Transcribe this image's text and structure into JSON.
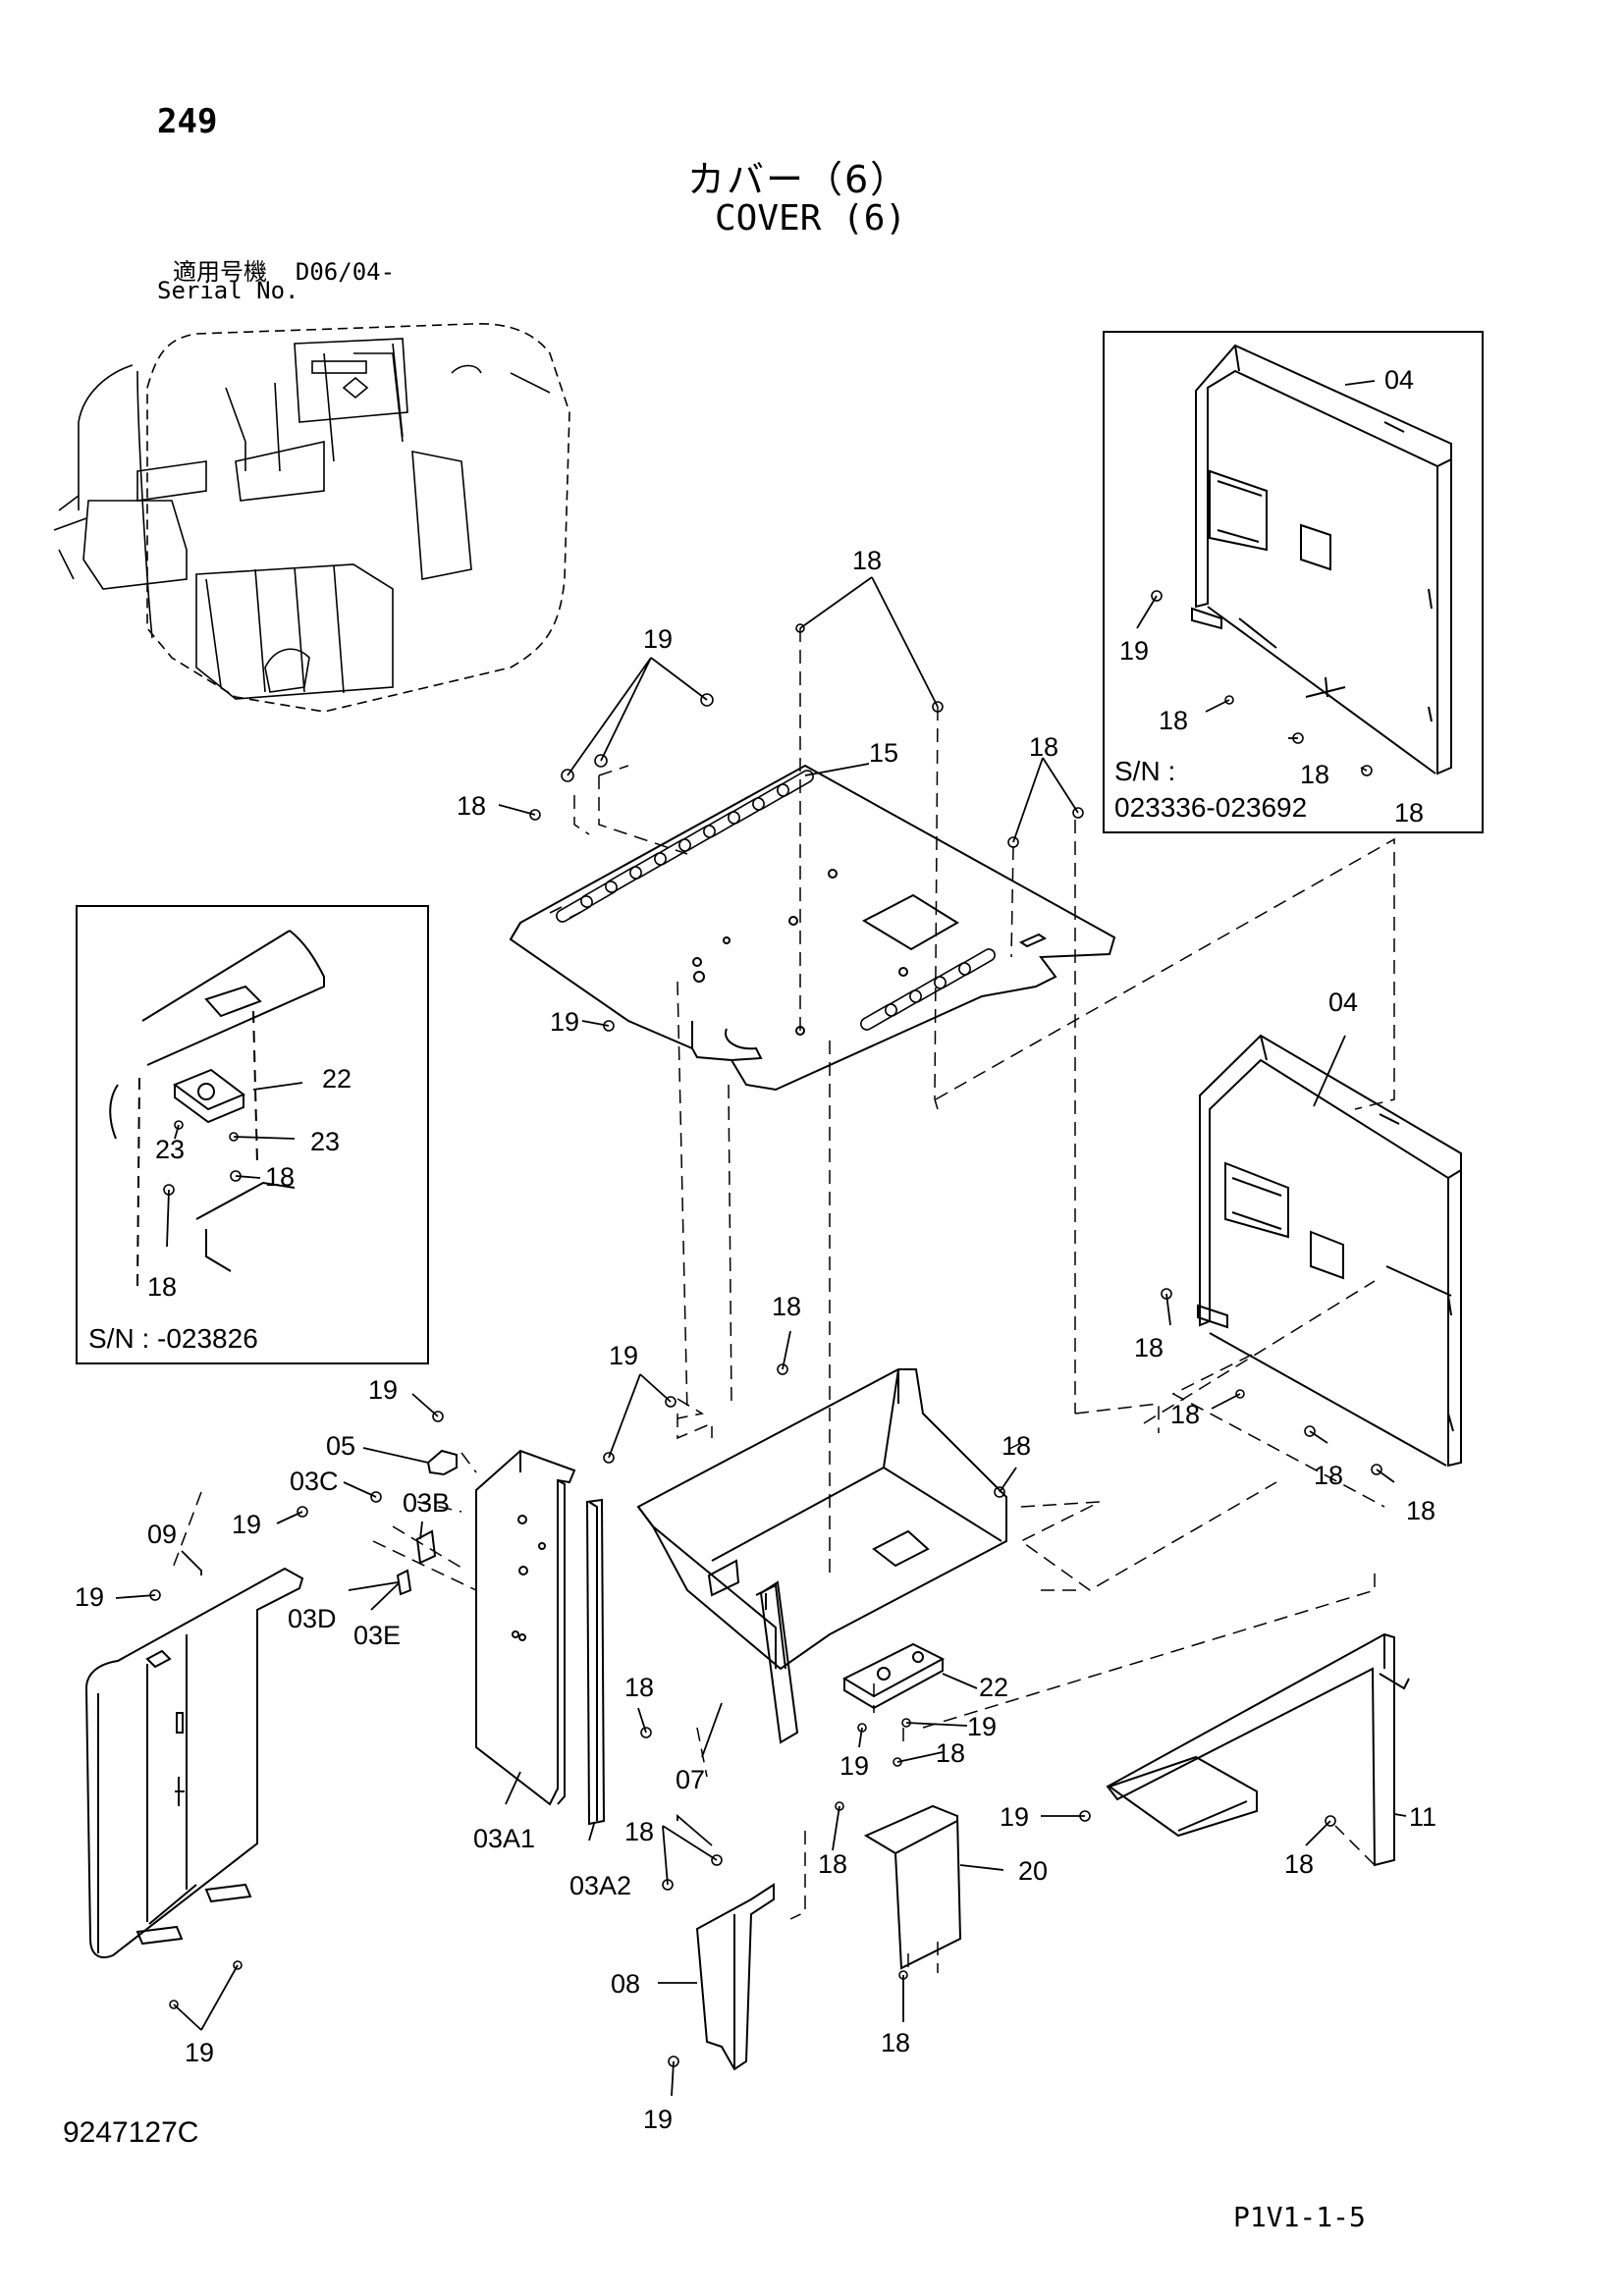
{
  "header": {
    "page_number": "249",
    "title_jp": "カバー（6）",
    "title_en": "COVER (6)",
    "serial_label_jp": "適用号機",
    "serial_value": "D06/04-",
    "serial_label_en": "Serial No."
  },
  "footer": {
    "drawing_number": "9247127C",
    "page_code": "P1V1-1-5"
  },
  "insets": {
    "top_right": {
      "serial_label": "S/N :",
      "serial_range": "023336-023692"
    },
    "left": {
      "serial_text": "S/N : -023826"
    }
  },
  "callouts": {
    "c_18_top": "18",
    "c_19_top": "19",
    "c_15": "15",
    "c_18_tr": "18",
    "c_18_left": "18",
    "c_19_mid": "19",
    "c_04_main": "04",
    "c_04_inset": "04",
    "c_19_inset": "19",
    "c_18_inset_a": "18",
    "c_18_inset_b": "18",
    "c_18_inset_c": "18",
    "c_22_inset": "22",
    "c_23_inset_a": "23",
    "c_23_inset_b": "23",
    "c_18_inset_d": "18",
    "c_18_inset_e": "18",
    "c_18_04_a": "18",
    "c_18_04_b": "18",
    "c_18_04_c": "18",
    "c_18_04_d": "18",
    "c_18_07": "18",
    "c_19_07": "19",
    "c_19_05": "19",
    "c_05": "05",
    "c_03C": "03C",
    "c_03B": "03B",
    "c_19_03": "19",
    "c_09": "09",
    "c_19_09": "19",
    "c_03D": "03D",
    "c_03E": "03E",
    "c_18_sw": "18",
    "c_18_r": "18",
    "c_22": "22",
    "c_19_22": "19",
    "c_19_22b": "19",
    "c_07": "07",
    "c_18_20a": "18",
    "c_18_20b": "18",
    "c_03A1": "03A1",
    "c_18_08": "18",
    "c_03A2": "03A2",
    "c_19_11": "19",
    "c_11": "11",
    "c_20": "20",
    "c_18_11": "18",
    "c_08": "08",
    "c_19_bottom": "19",
    "c_18_bottom": "18",
    "c_19_08": "19"
  }
}
